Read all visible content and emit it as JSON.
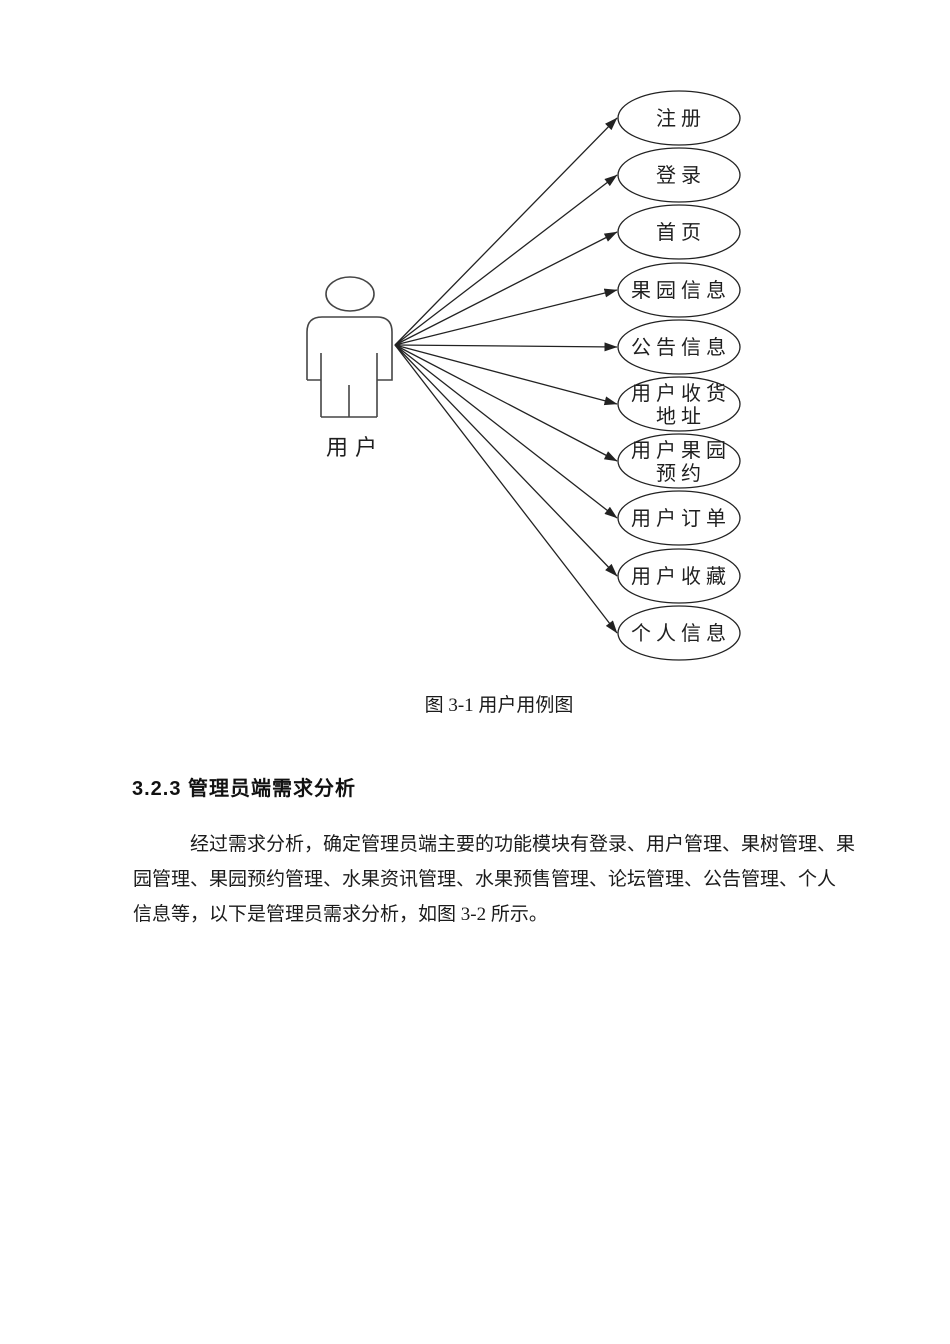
{
  "document": {
    "figure": {
      "actor_label": "用户",
      "usecases": [
        {
          "lines": [
            "注册"
          ]
        },
        {
          "lines": [
            "登录"
          ]
        },
        {
          "lines": [
            "首页"
          ]
        },
        {
          "lines": [
            "果园信息"
          ]
        },
        {
          "lines": [
            "公告信息"
          ]
        },
        {
          "lines": [
            "用户收货",
            "地址"
          ]
        },
        {
          "lines": [
            "用户果园",
            "预约"
          ]
        },
        {
          "lines": [
            "用户订单"
          ]
        },
        {
          "lines": [
            "用户收藏"
          ]
        },
        {
          "lines": [
            "个人信息"
          ]
        }
      ],
      "caption": "图 3-1 用户用例图"
    },
    "section": {
      "heading": "3.2.3 管理员端需求分析",
      "paragraph_lines": [
        "经过需求分析，确定管理员端主要的功能模块有登录、用户管理、果树管理、果",
        "园管理、果园预约管理、水果资讯管理、水果预售管理、论坛管理、公告管理、个人",
        "信息等，以下是管理员需求分析，如图 3-2 所示。"
      ]
    },
    "colors": {
      "ink": "#1c1c1c",
      "diagram_stroke": "#222222",
      "actor_stroke": "#454545",
      "background": "#ffffff"
    }
  }
}
